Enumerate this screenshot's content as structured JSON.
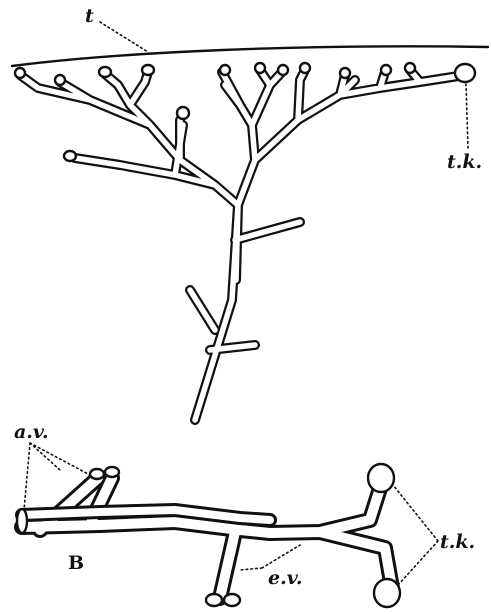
{
  "figure_a": {
    "labels": {
      "surface": "t",
      "terminal_knobs": "t.k."
    }
  },
  "figure_b": {
    "labels": {
      "panel": "B",
      "afferent_vessels": "a.v.",
      "efferent_vessels": "e.v.",
      "terminal_knobs": "t.k."
    }
  }
}
